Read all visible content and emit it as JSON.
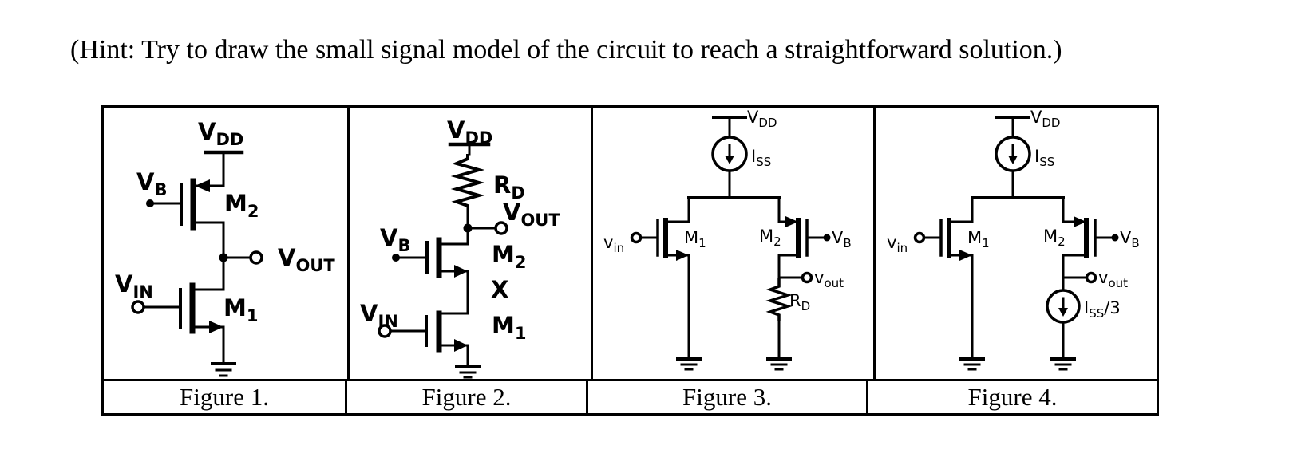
{
  "hint": "(Hint: Try to draw the small signal model of the circuit to reach a straightforward solution.)",
  "colors": {
    "ink": "#000000",
    "paper": "#ffffff"
  },
  "figures": [
    {
      "caption": "Figure 1.",
      "labels": {
        "vdd": {
          "t": "V",
          "s": "DD"
        },
        "vb": {
          "t": "V",
          "s": "B"
        },
        "m2": {
          "t": "M",
          "s": "2"
        },
        "vout": {
          "t": "V",
          "s": "OUT"
        },
        "vin": {
          "t": "V",
          "s": "IN"
        },
        "m1": {
          "t": "M",
          "s": "1"
        }
      }
    },
    {
      "caption": "Figure 2.",
      "labels": {
        "vdd": {
          "t": "V",
          "s": "DD"
        },
        "rd": {
          "t": "R",
          "s": "D"
        },
        "vout": {
          "t": "V",
          "s": "OUT"
        },
        "vb": {
          "t": "V",
          "s": "B"
        },
        "m2": {
          "t": "M",
          "s": "2"
        },
        "x": {
          "t": "X",
          "s": ""
        },
        "vin": {
          "t": "V",
          "s": "IN"
        },
        "m1": {
          "t": "M",
          "s": "1"
        }
      }
    },
    {
      "caption": "Figure 3.",
      "labels": {
        "vdd": {
          "t": "V",
          "s": "DD"
        },
        "iss": {
          "t": "I",
          "s": "SS"
        },
        "vin": {
          "t": "v",
          "s": "in"
        },
        "m1": {
          "t": "M",
          "s": "1"
        },
        "m2": {
          "t": "M",
          "s": "2"
        },
        "vb": {
          "t": "V",
          "s": "B"
        },
        "vout": {
          "t": "v",
          "s": "out"
        },
        "rd": {
          "t": "R",
          "s": "D"
        }
      }
    },
    {
      "caption": "Figure 4.",
      "labels": {
        "vdd": {
          "t": "V",
          "s": "DD"
        },
        "iss": {
          "t": "I",
          "s": "SS"
        },
        "vin": {
          "t": "v",
          "s": "in"
        },
        "m1": {
          "t": "M",
          "s": "1"
        },
        "m2": {
          "t": "M",
          "s": "2"
        },
        "vb": {
          "t": "V",
          "s": "B"
        },
        "vout": {
          "t": "v",
          "s": "out"
        },
        "iss3": {
          "t": "I",
          "s": "SS",
          "f": "/3"
        }
      }
    }
  ]
}
